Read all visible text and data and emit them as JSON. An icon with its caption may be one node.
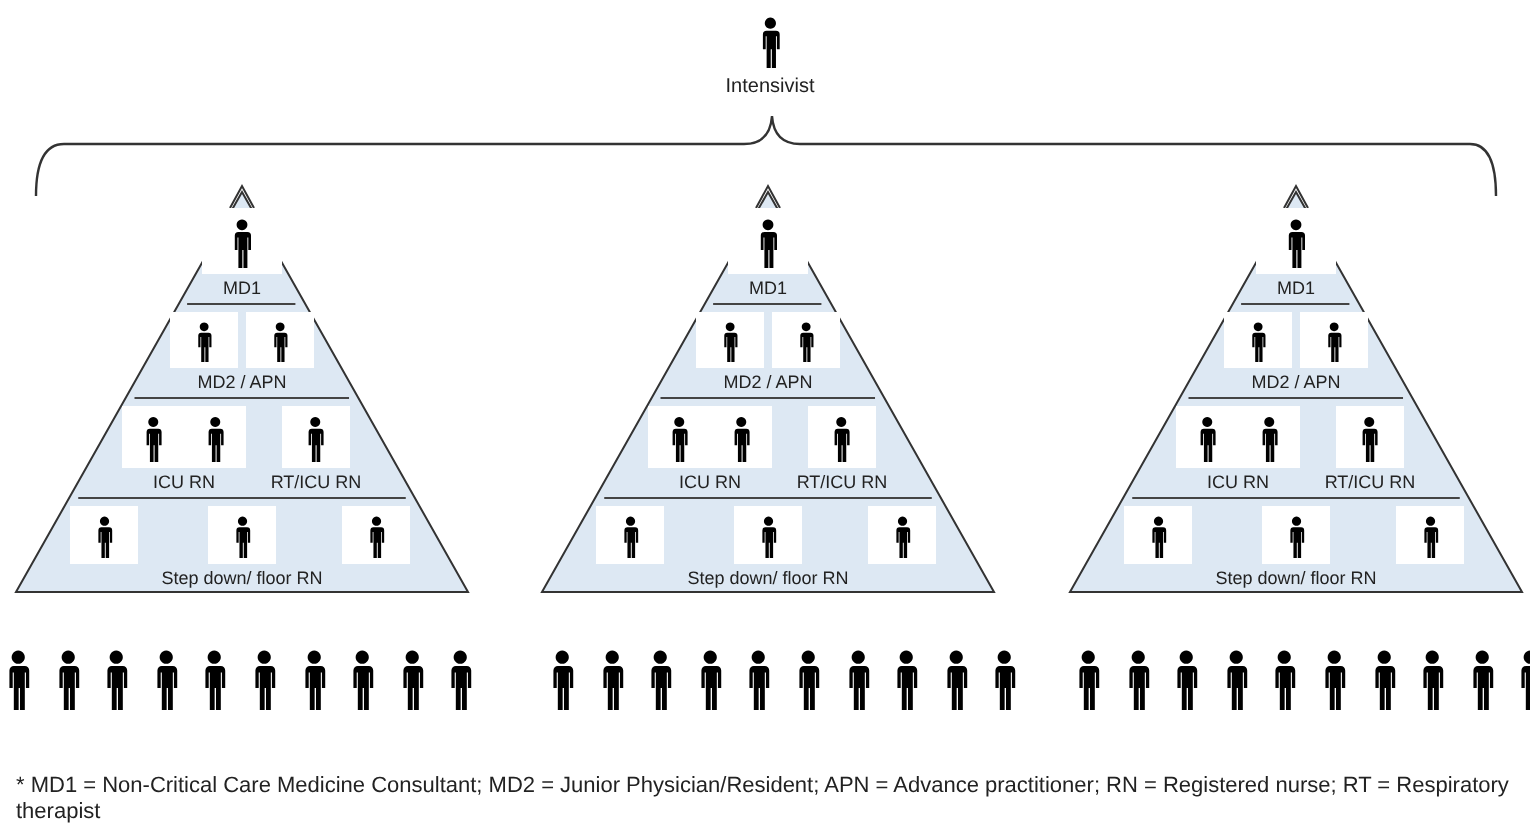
{
  "diagram": {
    "caption": "* MD1 = Non-Critical Care Medicine Consultant; MD2 = Junior Physician/Resident; APN = Advance practitioner; RN = Registered nurse; RT = Respiratory therapist",
    "nodes": [
      {
        "text": [],
        "shape": "triangle"
      },
      {
        "text": [
          "MD1"
        ],
        "in": 0
      },
      {
        "text": [
          "MD2 / APN"
        ],
        "in": 0
      },
      {
        "text": [
          "ICU RN",
          "RT/ICU RN"
        ],
        "in": 0
      },
      {
        "text": [
          "Step down/ floor RN"
        ],
        "in": 0
      },
      {
        "text": [],
        "shape": "triangle"
      },
      {
        "text": [
          "MD1"
        ],
        "in": 5
      },
      {
        "text": [
          "MD2 / APN"
        ],
        "in": 5
      },
      {
        "text": [
          "ICU RN",
          "RT/ICU RN"
        ],
        "in": 5
      },
      {
        "text": [
          "Step down/ floor RN"
        ],
        "in": 5
      },
      {
        "text": [],
        "shape": "triangle"
      },
      {
        "text": [
          "MD1"
        ],
        "in": 10
      },
      {
        "text": [
          "MD2 / APN"
        ],
        "in": 10
      },
      {
        "text": [
          "ICU RN",
          "RT/ICU RN"
        ],
        "in": 10
      },
      {
        "text": [
          "Step down/ floor RN"
        ],
        "in": 10
      }
    ],
    "edges": [],
    "labels": [
      "Intensivist"
    ]
  }
}
